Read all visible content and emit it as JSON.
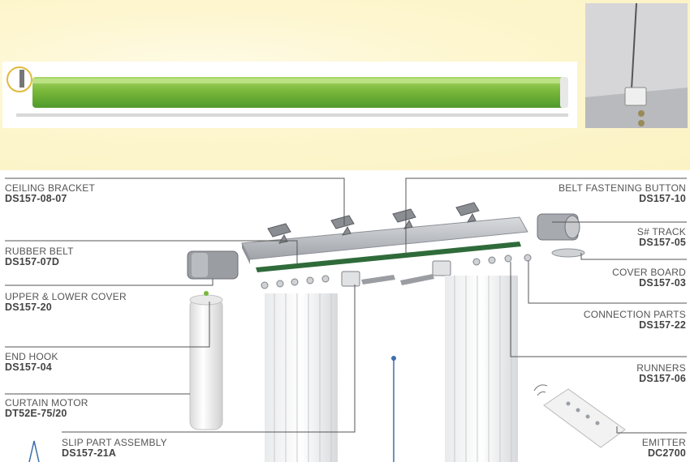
{
  "labels_left": [
    {
      "id": "ceiling-bracket",
      "name": "CEILING BRACKET",
      "code": "DS157-08-07"
    },
    {
      "id": "rubber-belt",
      "name": "RUBBER BELT",
      "code": "DS157-07D"
    },
    {
      "id": "upper-lower-cover",
      "name": "UPPER & LOWER COVER",
      "code": "DS157-20"
    },
    {
      "id": "end-hook",
      "name": "END HOOK",
      "code": "DS157-04"
    },
    {
      "id": "curtain-motor",
      "name": "CURTAIN MOTOR",
      "code": "DT52E-75/20"
    },
    {
      "id": "slip-part-assembly",
      "name": "SLIP PART ASSEMBLY",
      "code": "DS157-21A"
    }
  ],
  "labels_right": [
    {
      "id": "belt-fastening-button",
      "name": "BELT FASTENING BUTTON",
      "code": "DS157-10"
    },
    {
      "id": "s-track",
      "name": "S# TRACK",
      "code": "DS157-05"
    },
    {
      "id": "cover-board",
      "name": "COVER BOARD",
      "code": "DS157-03"
    },
    {
      "id": "connection-parts",
      "name": "CONNECTION PARTS",
      "code": "DS157-22"
    },
    {
      "id": "runners",
      "name": "RUNNERS",
      "code": "DS157-06"
    },
    {
      "id": "emitter",
      "name": "EMITTER",
      "code": "DC2700"
    }
  ],
  "colors": {
    "belt_green": "#7ab83a",
    "belt_green_dark": "#3d8a2a",
    "track_grey": "#b9bcc0",
    "leader_line": "#555555",
    "motor_white": "#f2f2f2",
    "highlight_ring": "#e2b93b"
  }
}
